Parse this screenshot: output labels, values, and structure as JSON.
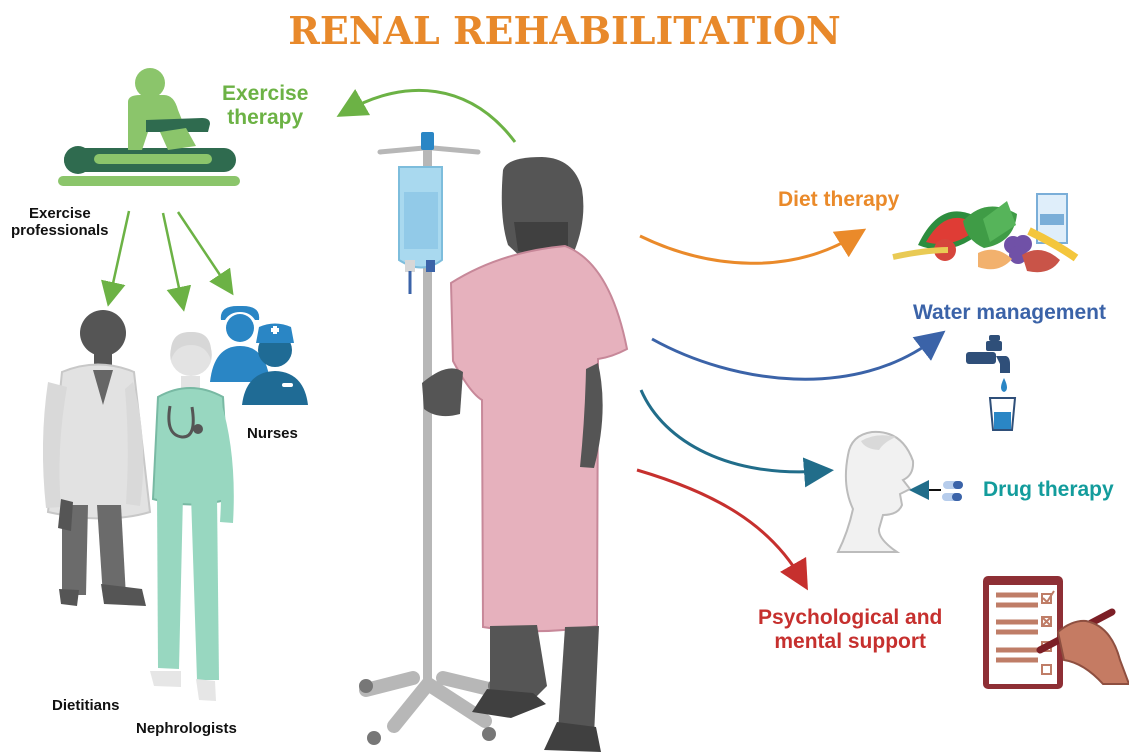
{
  "title": "RENAL REHABILITATION",
  "labels": {
    "exercise_therapy_line1": "Exercise",
    "exercise_therapy_line2": "therapy",
    "exercise_professionals_line1": "Exercise",
    "exercise_professionals_line2": "professionals",
    "nurses": "Nurses",
    "dietitians": "Dietitians",
    "nephrologists": "Nephrologists",
    "diet_therapy": "Diet therapy",
    "water_management": "Water management",
    "drug_therapy": "Drug therapy",
    "psych_line1": "Psychological and",
    "psych_line2": "mental support"
  },
  "colors": {
    "title": "#e8892b",
    "exercise": "#6cb245",
    "diet": "#ea8a2a",
    "water": "#3b63a8",
    "drug": "#139c9c",
    "psych": "#c6302e",
    "gown": "#e6b1bd",
    "silhouette": "#555555",
    "scrubs": "#98d7c0",
    "labcoat": "#e8e8e8"
  },
  "icons": {
    "exercise_therapist": "physiotherapy-icon",
    "nurses": "nurse-icon",
    "food": "food-icon",
    "faucet": "water-tap-icon",
    "pills": "pill-icon",
    "checklist": "checklist-icon",
    "iv": "iv-drip-icon"
  }
}
